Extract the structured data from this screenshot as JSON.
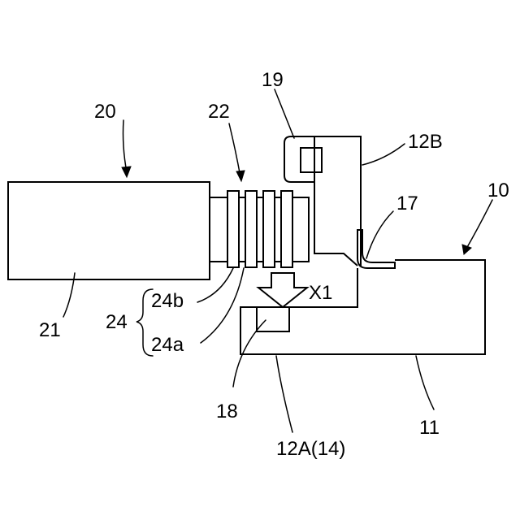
{
  "labels": {
    "l20": "20",
    "l22": "22",
    "l19": "19",
    "l12B": "12B",
    "l10": "10",
    "l17": "17",
    "l21": "21",
    "l24b": "24b",
    "l24": "24",
    "l24a": "24a",
    "lX1": "X1",
    "l18": "18",
    "l12A": "12A(14)",
    "l11": "11"
  }
}
